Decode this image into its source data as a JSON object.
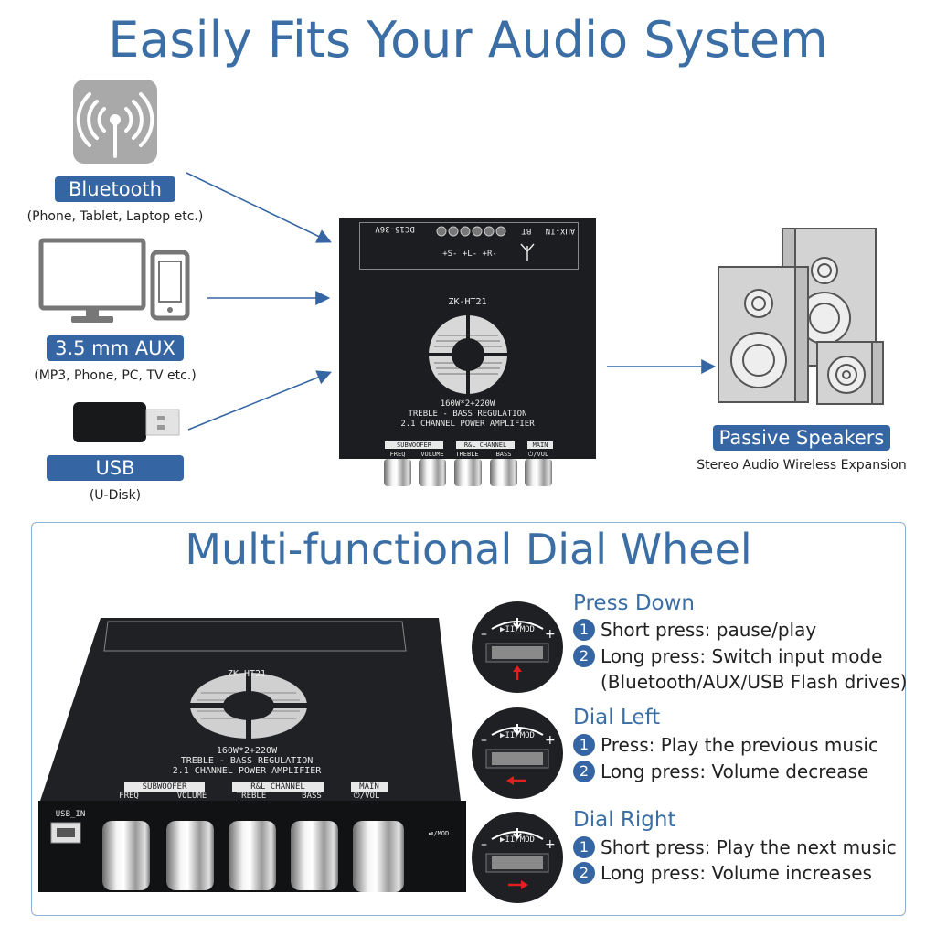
{
  "header": {
    "title": "Easily Fits Your Audio System"
  },
  "inputs": [
    {
      "label": "Bluetooth",
      "caption": "(Phone, Tablet, Laptop etc.)",
      "icon": "wireless-antenna-icon"
    },
    {
      "label": "3.5 mm AUX",
      "caption": "(MP3, Phone, PC, TV etc.)",
      "icon": "monitor-phone-icon"
    },
    {
      "label": "USB",
      "caption": "(U-Disk)",
      "icon": "usb-stick-icon"
    }
  ],
  "output": {
    "label": "Passive Speakers",
    "caption": "Stereo Audio Wireless Expansion",
    "icon": "speakers-icon"
  },
  "board_top": {
    "model": "ZK-HT21",
    "power": "160W*2+220W",
    "regulation": "TREBLE - BASS REGULATION",
    "channel": "2.1 CHANNEL POWER AMPLIFIER",
    "dc_label": "DC15-36V",
    "bt_label": "BT",
    "aux_label": "AUX-IN",
    "terminals": "+S- +L- +R-",
    "sub_label": "SUBWOOFER",
    "rl_label": "R&L CHANNEL",
    "main_label": "MAIN",
    "knobs": [
      "FREQ",
      "VOLUME",
      "TREBLE",
      "BASS",
      "⏻/VOL"
    ]
  },
  "board_bottom": {
    "model": "ZK-HT21",
    "power": "160W*2+220W",
    "regulation": "TREBLE - BASS REGULATION",
    "channel": "2.1 CHANNEL POWER AMPLIFIER",
    "usb_label": "USB_IN",
    "sub_label": "SUBWOOFER",
    "rl_label": "R&L CHANNEL",
    "main_label": "MAIN",
    "knobs": [
      "FREQ",
      "VOLUME",
      "TREBLE",
      "BASS",
      "⏻/VOL"
    ],
    "mod_label": "⏯/MOD"
  },
  "dial": {
    "title": "Multi-functional Dial Wheel",
    "dial_label": "▶II/MOD",
    "sections": [
      {
        "title": "Press Down",
        "lines": [
          {
            "num": "1",
            "text": "Short press: pause/play"
          },
          {
            "num": "2",
            "text": "Long press: Switch input mode"
          },
          {
            "num": "",
            "text": "(Bluetooth/AUX/USB Flash drives)"
          }
        ],
        "arrow": "up"
      },
      {
        "title": "Dial Left",
        "lines": [
          {
            "num": "1",
            "text": "Press: Play the previous music"
          },
          {
            "num": "2",
            "text": "Long press: Volume decrease"
          }
        ],
        "arrow": "left"
      },
      {
        "title": "Dial Right",
        "lines": [
          {
            "num": "1",
            "text": "Short press: Play the next music"
          },
          {
            "num": "2",
            "text": "Long press: Volume increases"
          }
        ],
        "arrow": "right"
      }
    ]
  },
  "colors": {
    "accent": "#3566a3",
    "title": "#3a6ea5",
    "arrow": "#e02020"
  }
}
